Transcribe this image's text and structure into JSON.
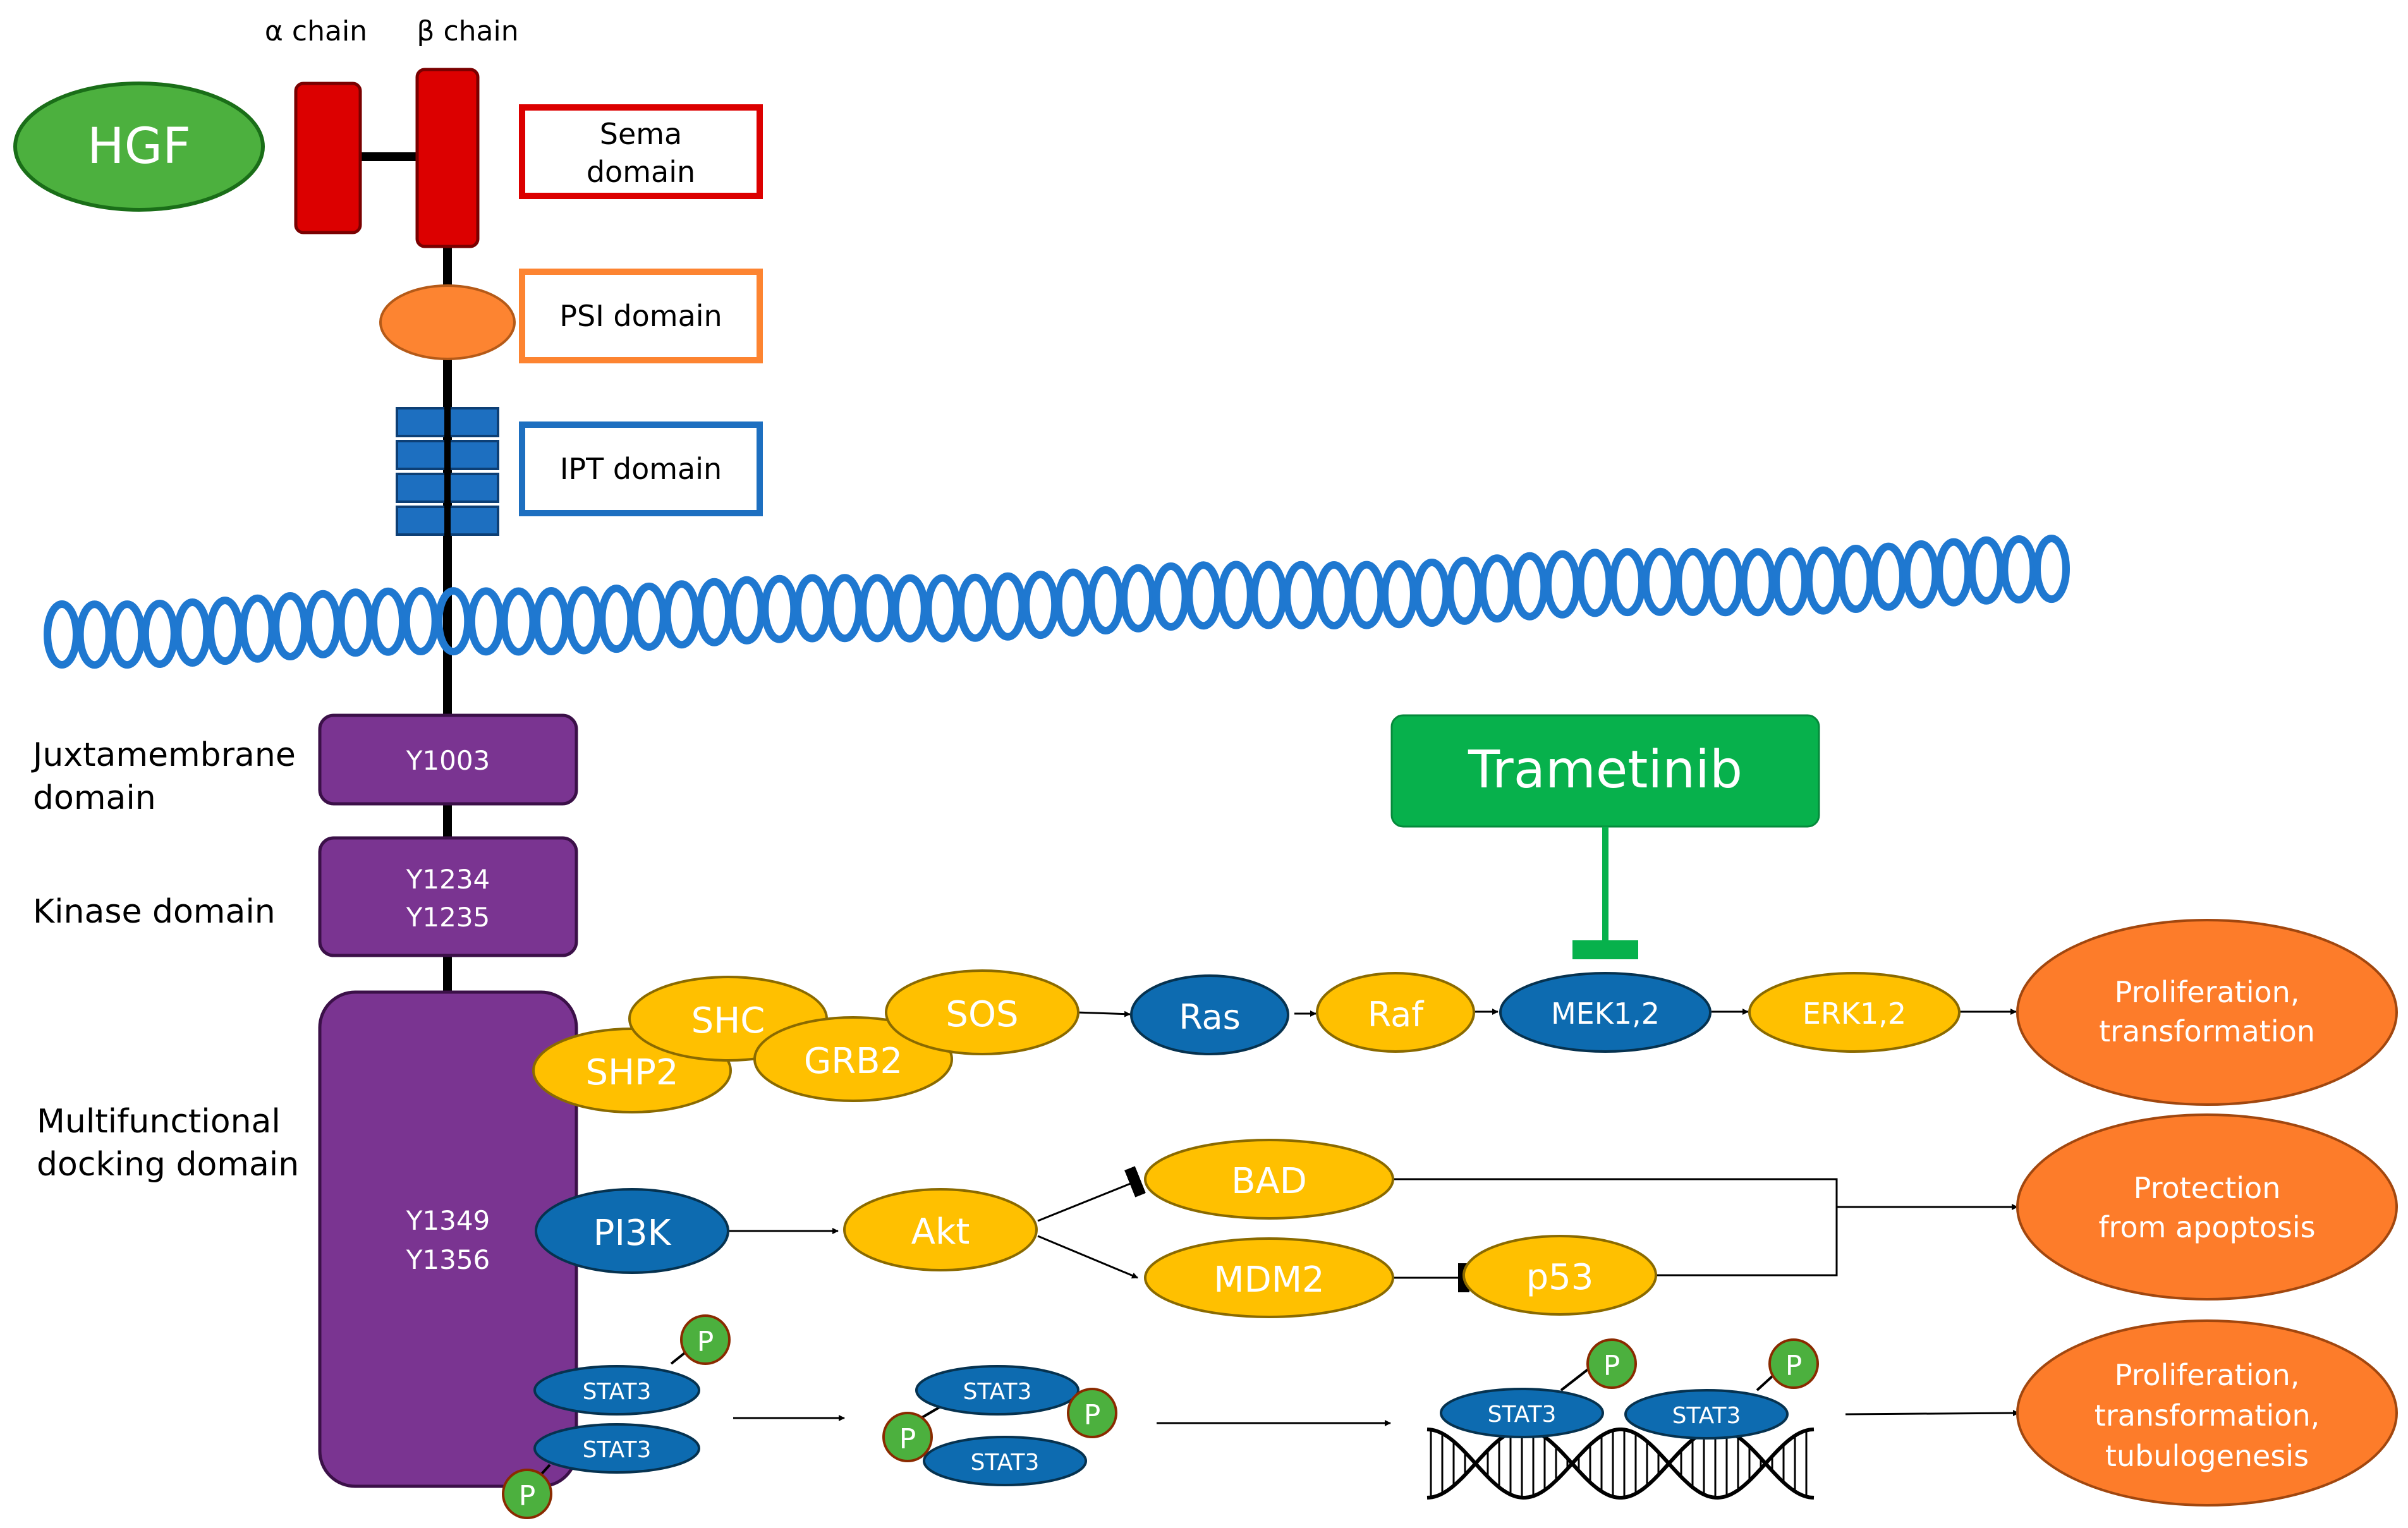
{
  "colors": {
    "sema": "#dc0000",
    "psi": "#fd8431",
    "ipt": "#1d6fc0",
    "membrane": "#1f78d0",
    "kinase": "#7a3491",
    "node_yellow": "#ffc000",
    "node_blue": "#0d6bb0",
    "outcome": "#fd7c2a",
    "hgf": "#4cb03e",
    "drug": "#07b14c",
    "phospho": "#4cb03e",
    "line": "#000000"
  },
  "receptor": {
    "ligand": "HGF",
    "alpha_chain": "α chain",
    "beta_chain": "β chain",
    "sema_domain": [
      "Sema",
      "domain"
    ],
    "psi_domain": "PSI domain",
    "ipt_domain": "IPT domain"
  },
  "domains": {
    "juxtamembrane_label": [
      "Juxtamembrane",
      "domain"
    ],
    "juxtamembrane_site": "Y1003",
    "kinase_label": "Kinase domain",
    "kinase_sites": [
      "Y1234",
      "Y1235"
    ],
    "docking_label": [
      "Multifunctional",
      "docking domain"
    ],
    "docking_sites": [
      "Y1349",
      "Y1356"
    ]
  },
  "drug": {
    "label": "Trametinib"
  },
  "pathway_ras": {
    "shp2": "SHP2",
    "shc": "SHC",
    "grb2": "GRB2",
    "sos": "SOS",
    "ras": "Ras",
    "raf": "Raf",
    "mek": "MEK1,2",
    "erk": "ERK1,2",
    "outcome": [
      "Proliferation,",
      "transformation"
    ]
  },
  "pathway_pi3k": {
    "pi3k": "PI3K",
    "akt": "Akt",
    "bad": "BAD",
    "mdm2": "MDM2",
    "p53": "p53",
    "outcome": [
      "Protection",
      "from apoptosis"
    ]
  },
  "pathway_stat": {
    "stat": "STAT3",
    "phospho": "P",
    "outcome": [
      "Proliferation,",
      "transformation,",
      "tubulogenesis"
    ]
  }
}
